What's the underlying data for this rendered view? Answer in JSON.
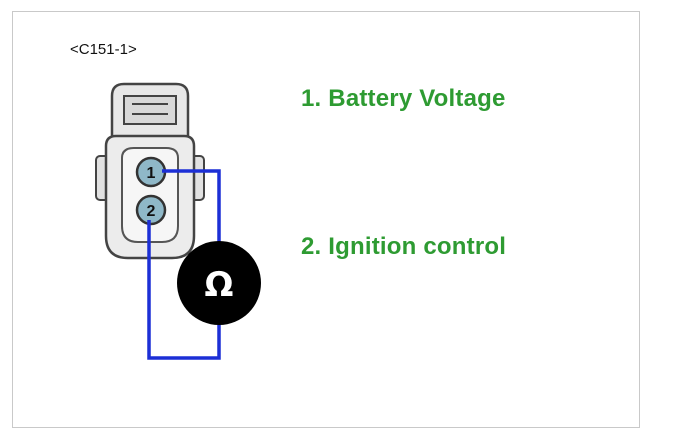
{
  "connector": {
    "label": "<C151-1>"
  },
  "pins": [
    {
      "number": "1",
      "description": "1. Battery Voltage"
    },
    {
      "number": "2",
      "description": "2. Ignition control"
    }
  ],
  "meter": {
    "symbol": "Ω",
    "icon": "ohm-icon"
  },
  "colors": {
    "label_text": "#2e9b32",
    "wire": "#1c2fd6",
    "pin_fill": "#8fb8c8",
    "meter_fill": "#000000"
  }
}
